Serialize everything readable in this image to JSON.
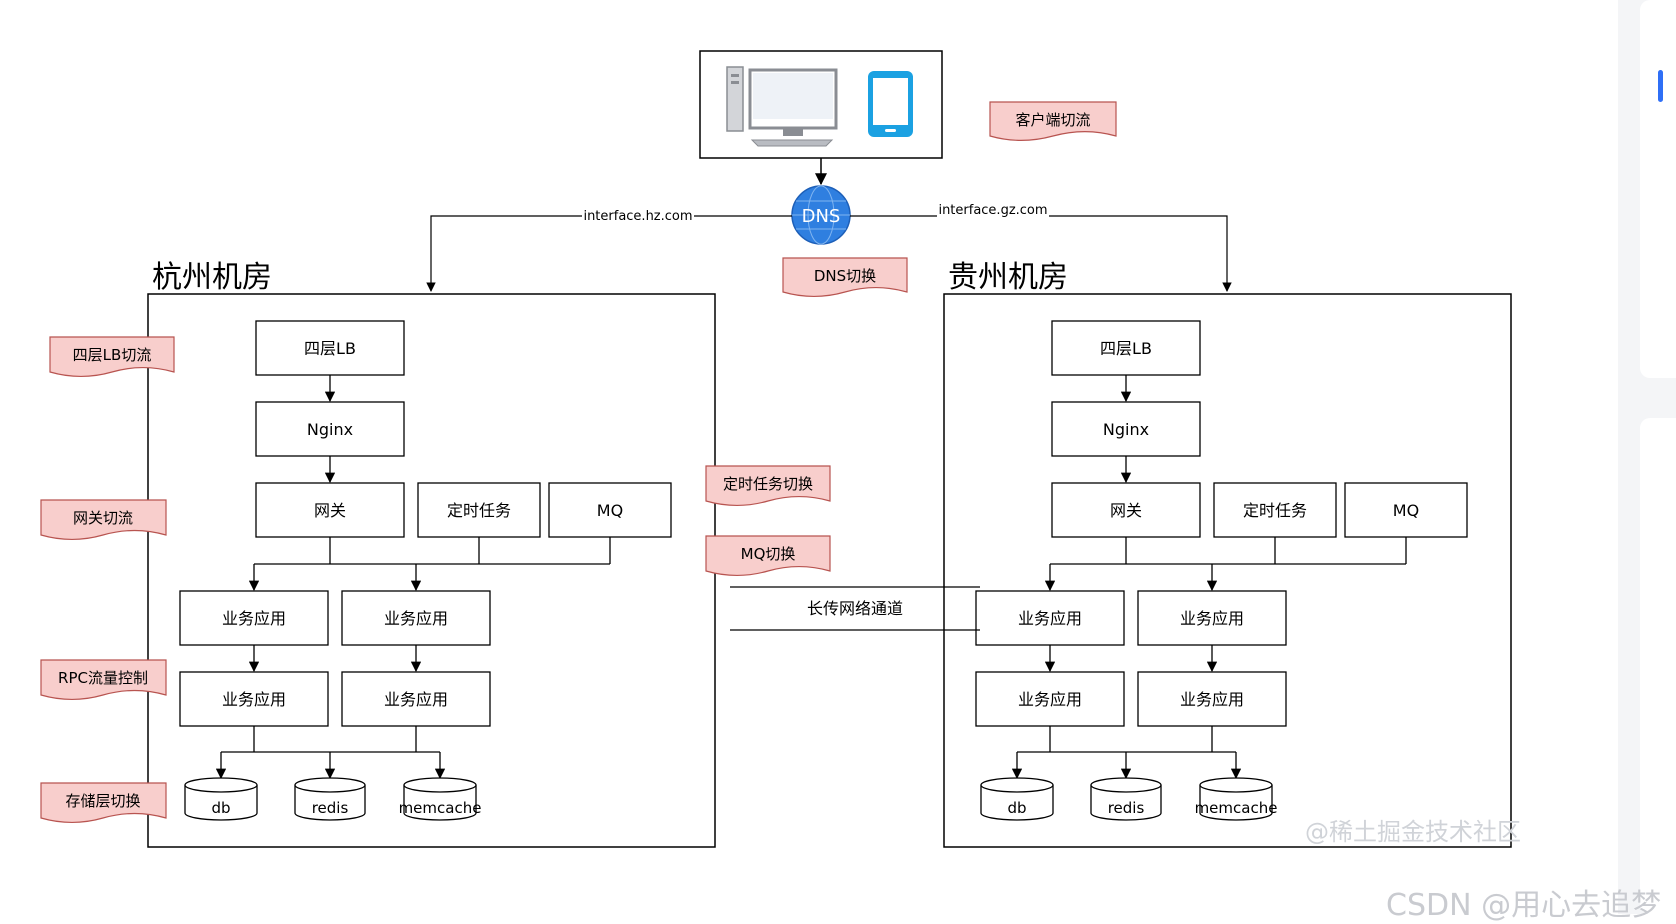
{
  "client": {
    "tag": "客户端切流"
  },
  "dns": {
    "label": "DNS",
    "tag": "DNS切换",
    "left_domain": "interface.hz.com",
    "right_domain": "interface.gz.com"
  },
  "left_dc": {
    "title": "杭州机房"
  },
  "right_dc": {
    "title": "贵州机房"
  },
  "nodes": {
    "l4lb": "四层LB",
    "nginx": "Nginx",
    "gateway": "网关",
    "cron": "定时任务",
    "mq": "MQ",
    "app": "业务应用",
    "db": "db",
    "redis": "redis",
    "memcache": "memcache"
  },
  "side_tags": {
    "l4lb": "四层LB切流",
    "gateway": "网关切流",
    "rpc": "RPC流量控制",
    "storage": "存储层切换",
    "cron": "定时任务切换",
    "mq": "MQ切换"
  },
  "channel": {
    "label": "长传网络通道"
  },
  "watermarks": {
    "juejin": "@稀土掘金技术社区",
    "csdn": "CSDN @用心去追梦"
  },
  "colors": {
    "tag_fill": "#f8cecc",
    "tag_stroke": "#b85450",
    "line": "#000000",
    "dns_fill": "#2f7fe0",
    "phone": "#1ba1e2"
  }
}
